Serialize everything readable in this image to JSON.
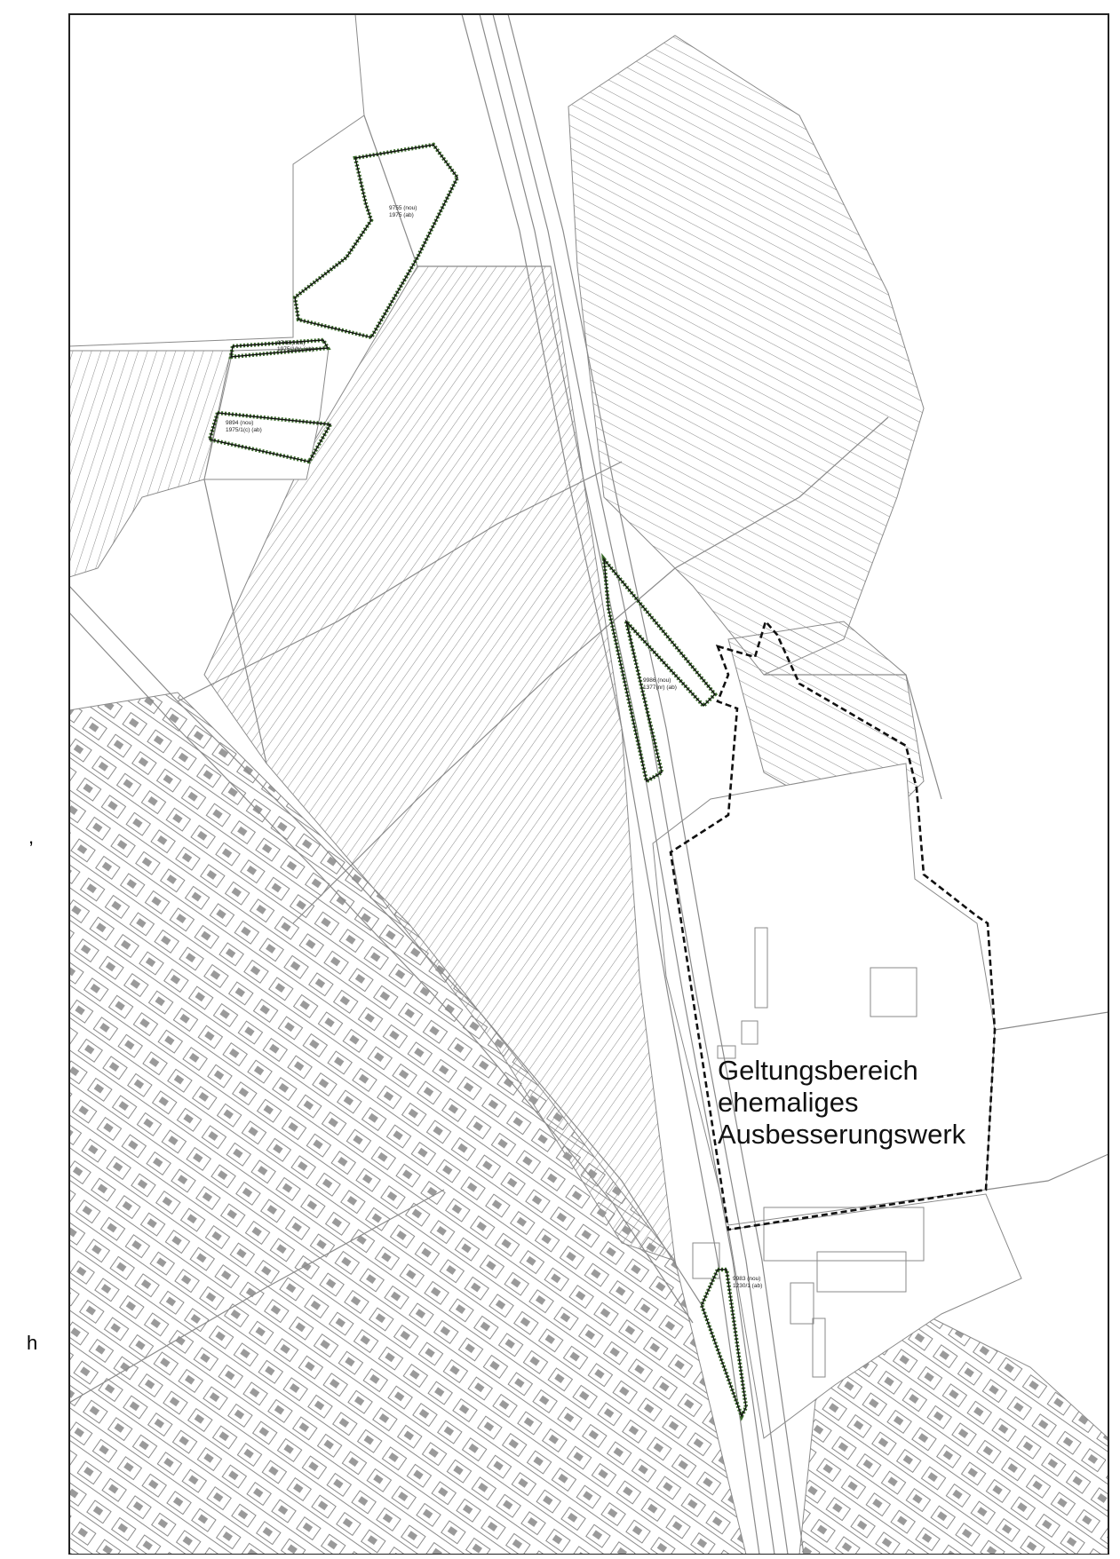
{
  "map": {
    "title_lines": [
      "Geltungsbereich",
      "ehemaliges",
      "Ausbesserungswerk"
    ],
    "margin_fragments": [
      ",",
      "h"
    ],
    "parcels": [
      {
        "line1": "9755 (nou)",
        "line2": "1975 (ab)"
      },
      {
        "line1": "9748 (nou)",
        "line2": "1975/1(b) (ab)"
      },
      {
        "line1": "9894 (nou)",
        "line2": "1975/1(c) (ab)"
      },
      {
        "line1": "9986 (nou)",
        "line2": "1377(nr) (ab)"
      },
      {
        "line1": "9983 (nou)",
        "line2": "1230/1 (ab)"
      }
    ],
    "colors": {
      "parcel_lines": "#8a8a8a",
      "boundary": "#111111",
      "highlight_fill": "#3a6b2a"
    }
  }
}
